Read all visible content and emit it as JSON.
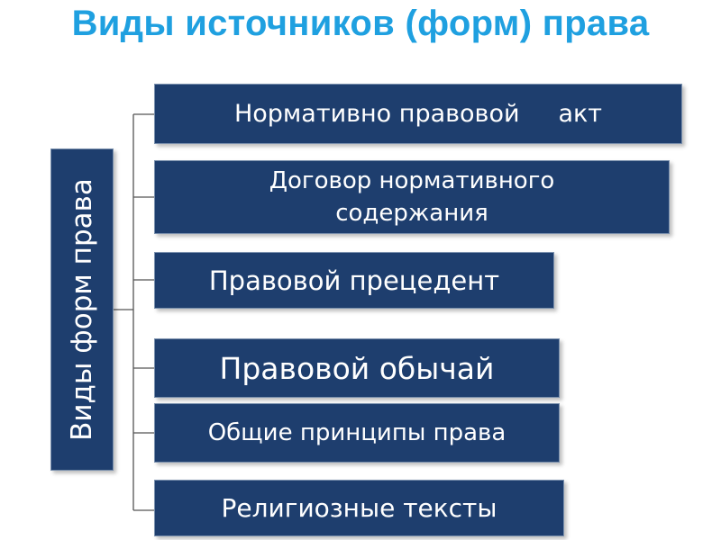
{
  "slide": {
    "title": "Виды источников (форм) права"
  },
  "diagram": {
    "root": "Виды форм права",
    "nodes": [
      "Нормативно правовой     акт",
      "Договор нормативного содержания",
      "Правовой прецедент",
      "Правовой обычай",
      "Общие принципы права",
      "Религиозные тексты"
    ]
  },
  "colors": {
    "title": "#1fa0e0",
    "box_fill": "#1e3e6e",
    "box_border": "#7a90ad",
    "connector": "#555555"
  }
}
